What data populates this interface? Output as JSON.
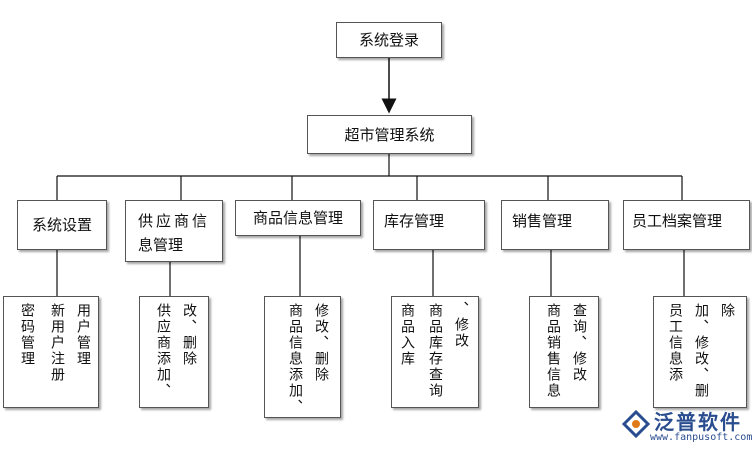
{
  "top": {
    "login": "系统登录",
    "system": "超市管理系统"
  },
  "modules": [
    {
      "title": "系统设置",
      "functions": [
        "用户管理",
        "新用户注册",
        "密码管理"
      ]
    },
    {
      "title": "供应商信息管理",
      "title_line1": "供应商信",
      "title_line2": "息管理",
      "functions": [
        "改、删除",
        "供应商添加、"
      ]
    },
    {
      "title": "商品信息管理",
      "functions": [
        "修改、删除",
        "商品信息添加、"
      ]
    },
    {
      "title": "库存管理",
      "functions": [
        "、修改",
        "商品库存查询",
        "商品入库"
      ]
    },
    {
      "title": "销售管理",
      "functions": [
        "查询、修改",
        "商品销售信息"
      ]
    },
    {
      "title": "员工档案管理",
      "functions": [
        "除",
        "加、修改、删",
        "员工信息添"
      ]
    }
  ],
  "watermark": {
    "brand": "泛普软件",
    "url": "www.fanpusoft.com"
  },
  "colors": {
    "border": "#555555",
    "line": "#111111",
    "brand": "#2a4d8f"
  }
}
